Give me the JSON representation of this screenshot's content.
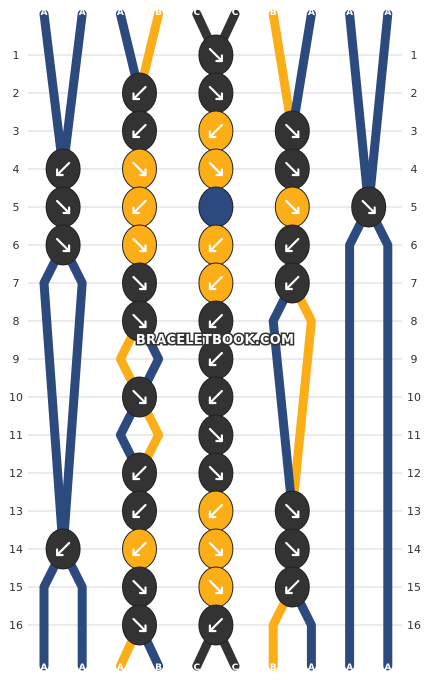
{
  "watermark": "BRACELETBOOK.COM",
  "colors": {
    "A": "#2d4a7f",
    "B": "#fbae17",
    "C": "#333333"
  },
  "strings_top": [
    "A",
    "A",
    "A",
    "B",
    "C",
    "C",
    "B",
    "A",
    "A",
    "A"
  ],
  "strings_bottom": [
    "A",
    "A",
    "A",
    "B",
    "C",
    "C",
    "B",
    "A",
    "A",
    "A"
  ],
  "row_labels": [
    "1",
    "2",
    "3",
    "4",
    "5",
    "6",
    "7",
    "8",
    "9",
    "10",
    "11",
    "12",
    "13",
    "14",
    "15",
    "16"
  ],
  "rows": [
    [
      {
        "c": "C",
        "d": "R"
      }
    ],
    [
      {
        "c": "C",
        "d": "L"
      },
      {
        "c": "C",
        "d": "R"
      }
    ],
    [
      {
        "c": "C",
        "d": "L"
      },
      {
        "c": "B",
        "d": "L"
      },
      {
        "c": "C",
        "d": "R"
      }
    ],
    [
      {
        "c": "C",
        "d": "L"
      },
      {
        "c": "B",
        "d": "R"
      },
      {
        "c": "B",
        "d": "R"
      },
      {
        "c": "C",
        "d": "R"
      }
    ],
    [
      {
        "c": "C",
        "d": "R"
      },
      {
        "c": "B",
        "d": "L"
      },
      {
        "c": "A",
        "d": "N"
      },
      {
        "c": "B",
        "d": "R"
      },
      {
        "c": "C",
        "d": "R"
      }
    ],
    [
      {
        "c": "C",
        "d": "R"
      },
      {
        "c": "B",
        "d": "R"
      },
      {
        "c": "B",
        "d": "L"
      },
      {
        "c": "C",
        "d": "L"
      }
    ],
    [
      {
        "c": "C",
        "d": "R"
      },
      {
        "c": "B",
        "d": "L"
      },
      {
        "c": "C",
        "d": "L"
      }
    ],
    [
      {
        "c": "C",
        "d": "R"
      },
      {
        "c": "C",
        "d": "L"
      }
    ],
    [
      {
        "c": "C",
        "d": "L"
      }
    ],
    [
      {
        "c": "C",
        "d": "R"
      },
      {
        "c": "C",
        "d": "L"
      }
    ],
    [
      {
        "c": "C",
        "d": "R"
      }
    ],
    [
      {
        "c": "C",
        "d": "L"
      },
      {
        "c": "C",
        "d": "R"
      }
    ],
    [
      {
        "c": "C",
        "d": "L"
      },
      {
        "c": "B",
        "d": "L"
      },
      {
        "c": "C",
        "d": "R"
      }
    ],
    [
      {
        "c": "C",
        "d": "L"
      },
      {
        "c": "B",
        "d": "L"
      },
      {
        "c": "B",
        "d": "R"
      },
      {
        "c": "C",
        "d": "R"
      }
    ],
    [
      {
        "c": "C",
        "d": "R"
      },
      {
        "c": "B",
        "d": "R"
      },
      {
        "c": "C",
        "d": "L"
      }
    ],
    [
      {
        "c": "C",
        "d": "R"
      },
      {
        "c": "C",
        "d": "L"
      }
    ]
  ]
}
